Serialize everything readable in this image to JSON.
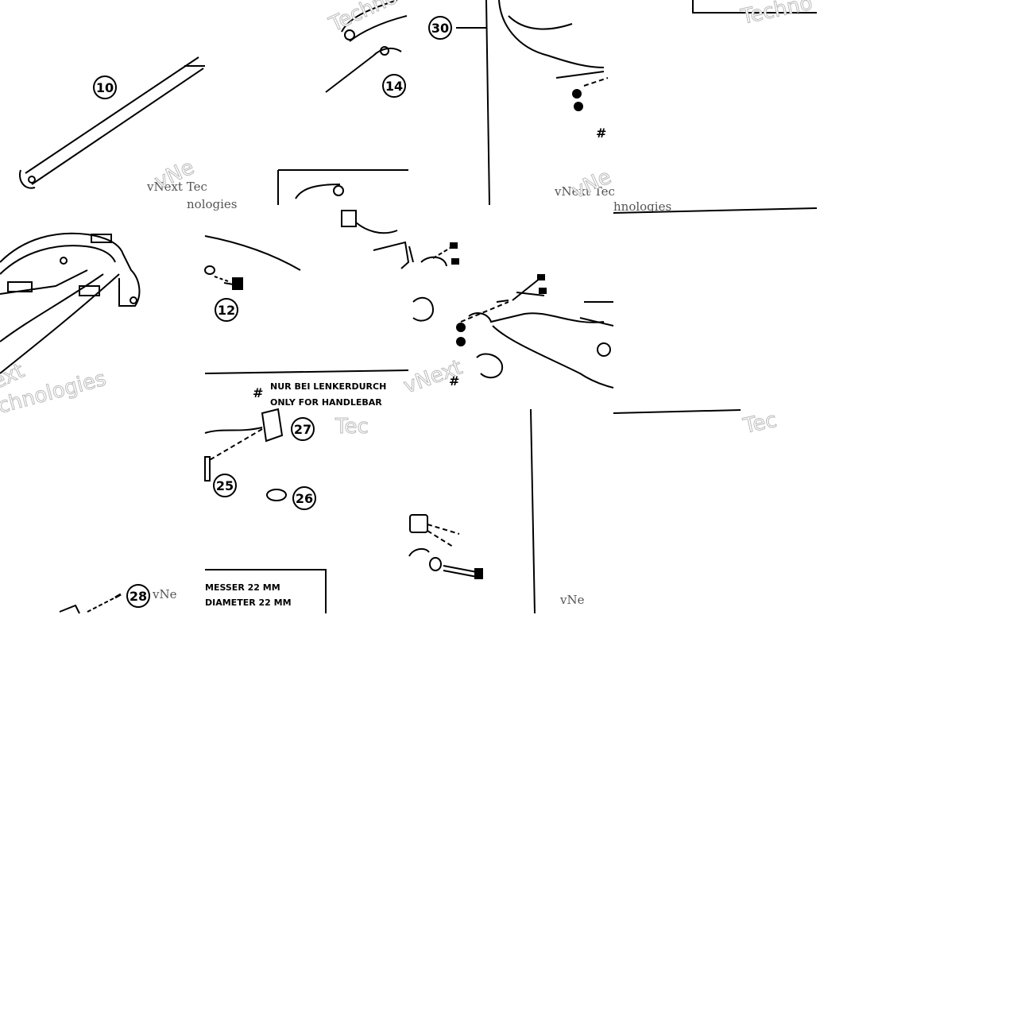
{
  "callouts": {
    "p10": "10",
    "p12": "12",
    "p14": "14",
    "p25": "25",
    "p26": "26",
    "p27": "27",
    "p28": "28",
    "p30": "30"
  },
  "markers": {
    "hash_top": "#",
    "hash_mid": "#",
    "hash_note": "#"
  },
  "notes": {
    "de_line1": "NUR BEI LENKERDURCH",
    "en_line1": "ONLY FOR HANDLEBAR",
    "de_line2": "MESSER 22 MM",
    "en_line2": "DIAMETER 22 MM"
  },
  "watermarks": {
    "vnext_tec": "vNext Tec",
    "nologies": "nologies",
    "vnext_tec2": "vNext Tec",
    "hnologies": "hnologies",
    "chnologies": "chnologies",
    "vne": "vNe",
    "techno": "Techno",
    "techno2": "Techno",
    "tec": "Tec",
    "tec2": "Tec",
    "vnext": "vNext",
    "ext": "ext",
    "vne2": "vNe",
    "vnext2": "vNe"
  }
}
